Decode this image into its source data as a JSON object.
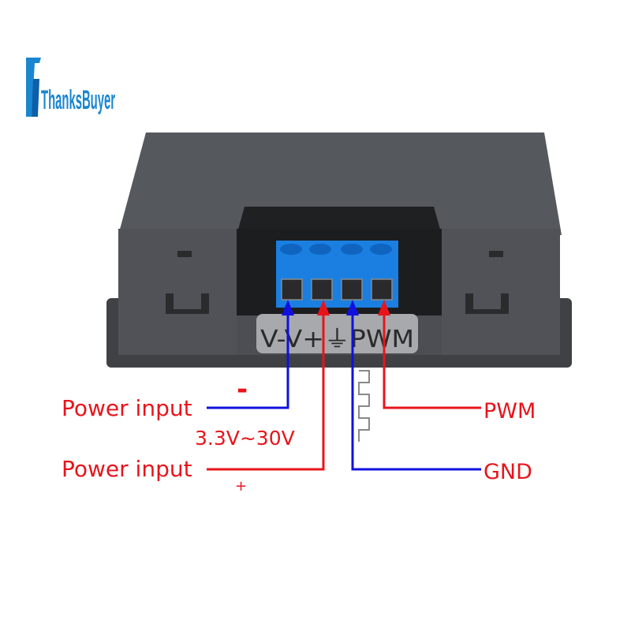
{
  "brand": {
    "logo_text": "ThanksBuyer"
  },
  "device": {
    "terminal_label": "V-V+⏚PWM"
  },
  "labels": {
    "power_input_negative": "Power input",
    "negative_sign": "-",
    "voltage_range": "3.3V~30V",
    "power_input_positive": "Power input",
    "positive_sign": "+",
    "pwm": "PWM",
    "gnd": "GND"
  },
  "colors": {
    "red": "#e8141c",
    "blue": "#1010e0",
    "terminal": "#1a7fe0",
    "case": "#4c4e53"
  }
}
